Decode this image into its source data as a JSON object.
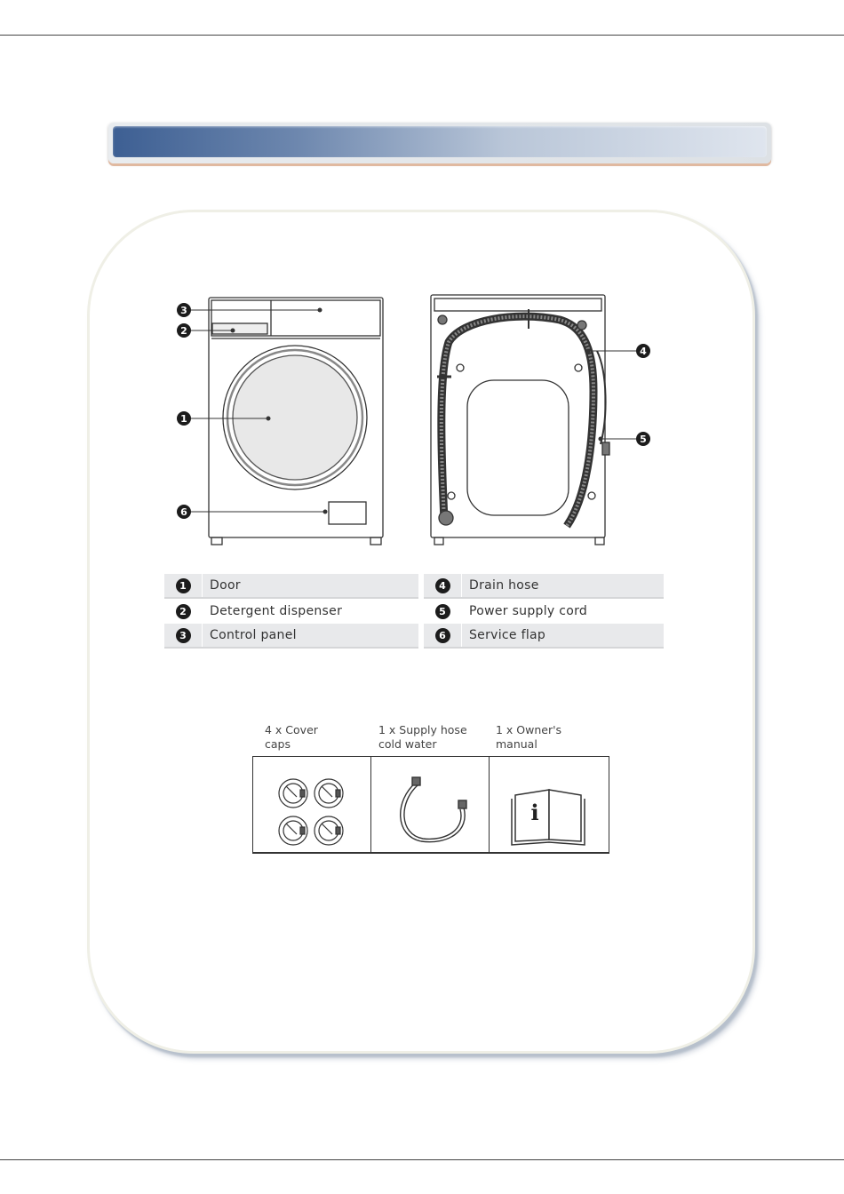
{
  "parts": [
    {
      "num": "1",
      "label": "Door"
    },
    {
      "num": "2",
      "label": "Detergent dispenser"
    },
    {
      "num": "3",
      "label": "Control panel"
    },
    {
      "num": "4",
      "label": "Drain hose"
    },
    {
      "num": "5",
      "label": "Power supply cord"
    },
    {
      "num": "6",
      "label": "Service flap"
    }
  ],
  "accessories": [
    {
      "line1": "4 x Cover",
      "line2": "caps",
      "icon": "cover-caps-icon"
    },
    {
      "line1": "1 x Supply hose",
      "line2": "cold water",
      "icon": "supply-hose-icon"
    },
    {
      "line1": "1 x Owner's",
      "line2": "manual",
      "icon": "manual-book-icon"
    }
  ],
  "manual_icon_glyph": "i",
  "colors": {
    "header_dark": "#3d5f93",
    "header_light": "#dfe5ee",
    "table_shade": "#e8e9eb",
    "badge": "#1c1c1c"
  }
}
